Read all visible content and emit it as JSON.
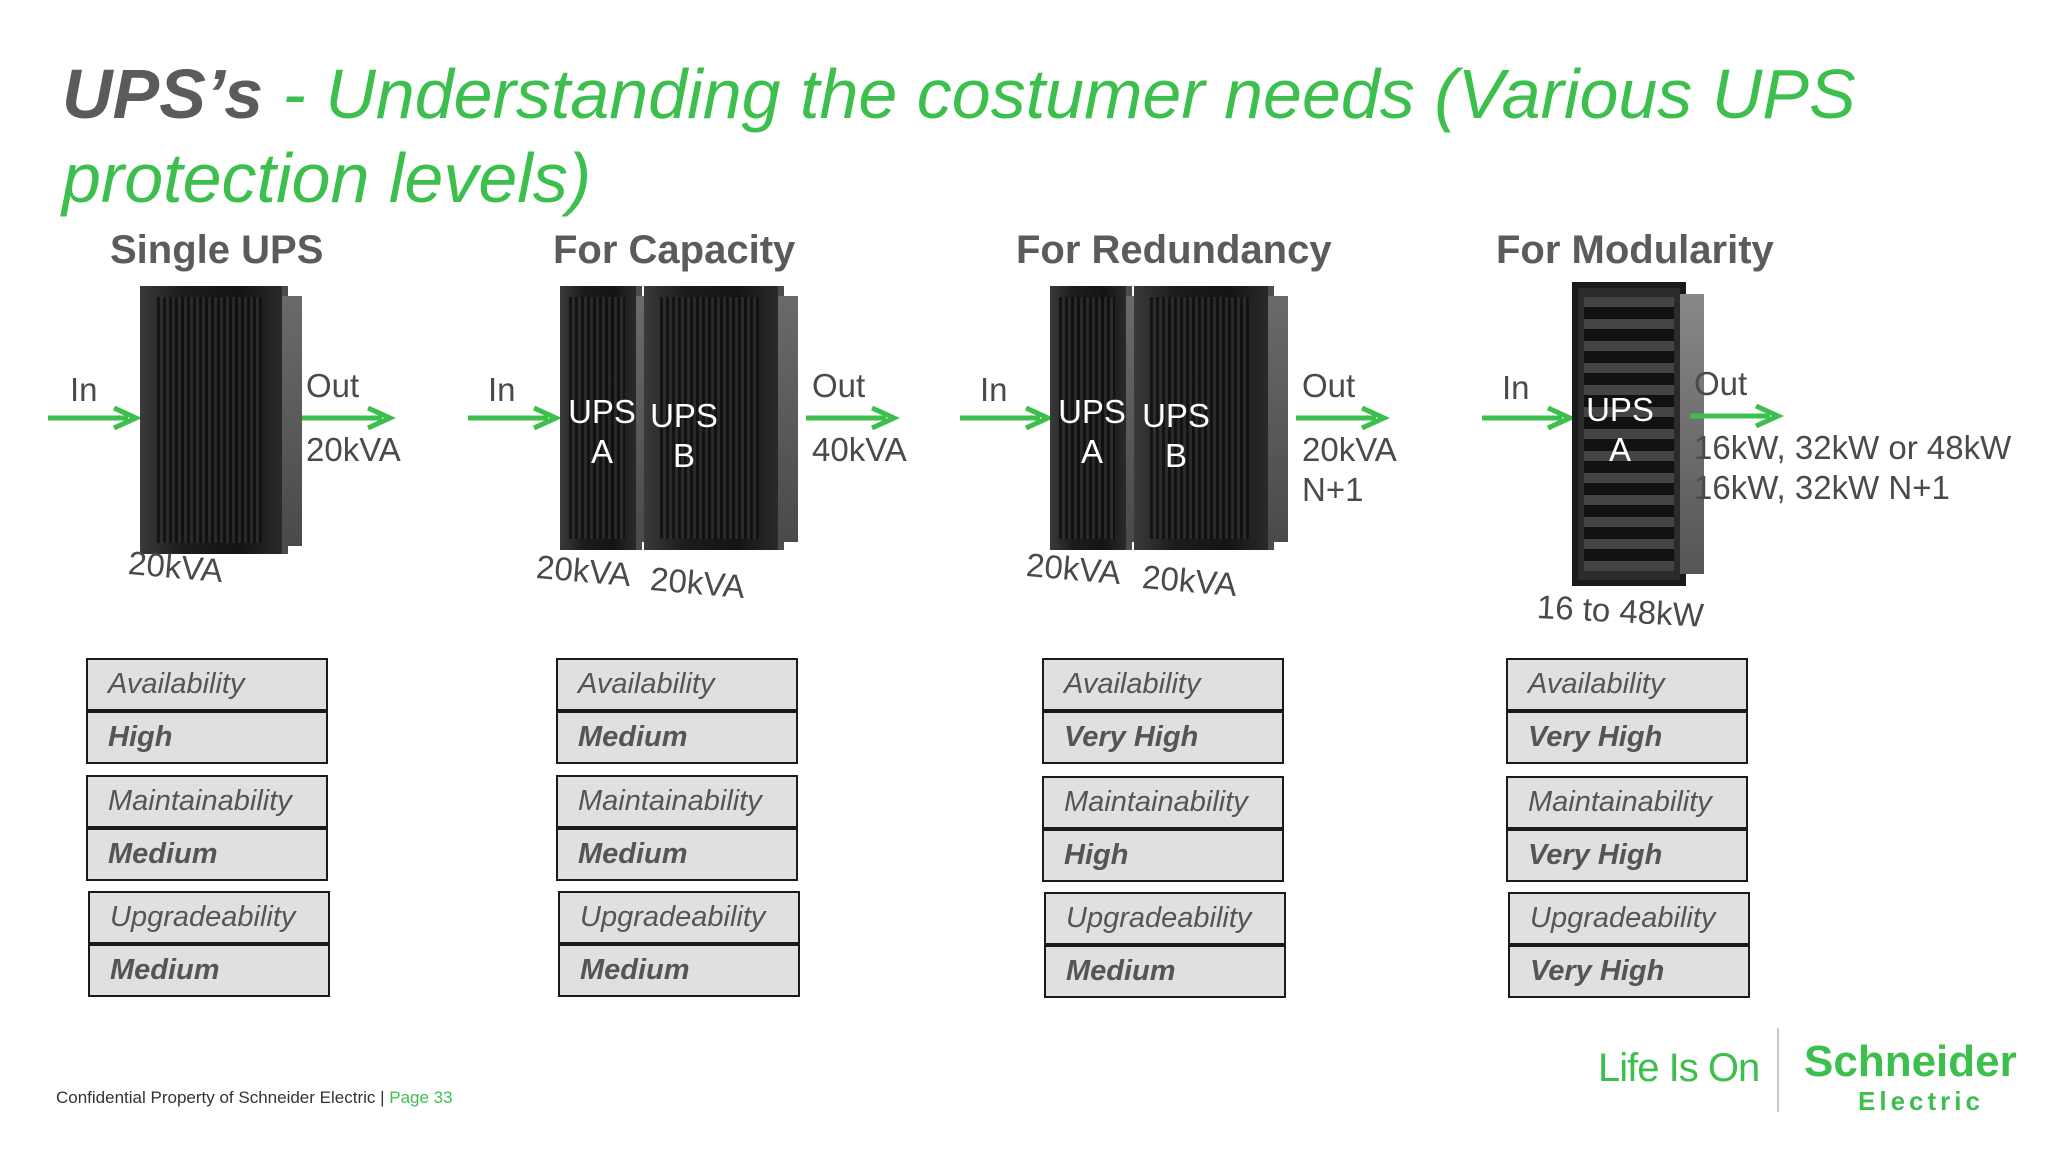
{
  "title": {
    "strong": "UPS’s",
    "rest": " - Understanding the costumer needs (Various UPS protection levels)"
  },
  "columns": [
    {
      "heading": "Single UPS",
      "in": "In",
      "out": "Out",
      "out_value": "20kVA",
      "out_extra": "",
      "unit_labels": [],
      "ratings": [
        "20kVA"
      ],
      "metrics": [
        {
          "label": "Availability",
          "value": "High"
        },
        {
          "label": "Maintainability",
          "value": "Medium"
        },
        {
          "label": "Upgradeability",
          "value": "Medium"
        }
      ]
    },
    {
      "heading": "For Capacity",
      "in": "In",
      "out": "Out",
      "out_value": "40kVA",
      "out_extra": "",
      "unit_labels": [
        {
          "line1": "UPS",
          "line2": "A"
        },
        {
          "line1": "UPS",
          "line2": "B"
        }
      ],
      "ratings": [
        "20kVA",
        "20kVA"
      ],
      "metrics": [
        {
          "label": "Availability",
          "value": "Medium"
        },
        {
          "label": "Maintainability",
          "value": "Medium"
        },
        {
          "label": "Upgradeability",
          "value": "Medium"
        }
      ]
    },
    {
      "heading": "For Redundancy",
      "in": "In",
      "out": "Out",
      "out_value": "20kVA",
      "out_extra": "N+1",
      "unit_labels": [
        {
          "line1": "UPS",
          "line2": "A"
        },
        {
          "line1": "UPS",
          "line2": "B"
        }
      ],
      "ratings": [
        "20kVA",
        "20kVA"
      ],
      "metrics": [
        {
          "label": "Availability",
          "value": "Very High"
        },
        {
          "label": "Maintainability",
          "value": "High"
        },
        {
          "label": "Upgradeability",
          "value": "Medium"
        }
      ]
    },
    {
      "heading": "For Modularity",
      "in": "In",
      "out": "Out",
      "out_value": "16kW, 32kW or 48kW",
      "out_extra": "16kW, 32kW N+1",
      "unit_labels": [
        {
          "line1": "UPS",
          "line2": "A"
        }
      ],
      "ratings": [
        "16 to 48kW"
      ],
      "metrics": [
        {
          "label": "Availability",
          "value": "Very High"
        },
        {
          "label": "Maintainability",
          "value": "Very High"
        },
        {
          "label": "Upgradeability",
          "value": "Very High"
        }
      ]
    }
  ],
  "footer": {
    "text": "Confidential Property of Schneider Electric | ",
    "page": "Page 33"
  },
  "brand": {
    "tagline": "Life Is On",
    "name": "Schneider",
    "sub": "Electric"
  },
  "colors": {
    "accent": "#3dbf4d",
    "band": "#3dc755",
    "text": "#5b5b5b"
  }
}
